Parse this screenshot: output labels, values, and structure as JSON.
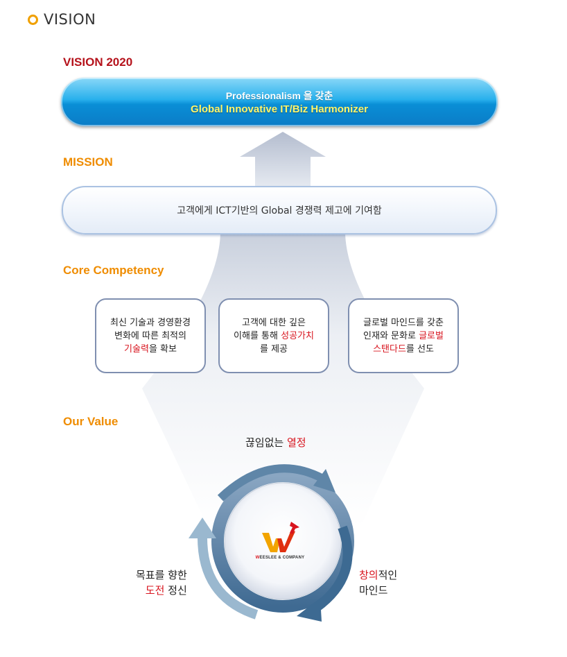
{
  "header": {
    "title": "VISION"
  },
  "vision": {
    "heading": "VISION 2020",
    "line1": "Professionalism 을 갖춘",
    "line2": "Global Innovative IT/Biz Harmonizer"
  },
  "mission": {
    "heading": "MISSION",
    "text": "고객에게 ICT기반의 Global 경쟁력 제고에 기여함"
  },
  "core_competency": {
    "heading": "Core Competency",
    "items": [
      {
        "line1": "최신 기술과 경영환경",
        "line2": "변화에 따른 최적의",
        "line3_red": "기술력",
        "line3_rest": "을 확보"
      },
      {
        "line1": "고객에 대한 깊은",
        "line2_plain": "이해를 통해 ",
        "line2_red": "성공가치",
        "line3": "를 제공"
      },
      {
        "line1": "글로벌 마인드를 갖춘",
        "line2_plain": "인재와 문화로 ",
        "line2_red": "글로벌",
        "line3_red": "스탠다드",
        "line3_rest": "를 선도"
      }
    ]
  },
  "our_value": {
    "heading": "Our Value",
    "top_plain": "끊임없는 ",
    "top_red": "열정",
    "left_line1": "목표를 향한",
    "left_red": "도전",
    "left_rest": " 정신",
    "right_red": "창의",
    "right_rest": "적인",
    "right_line2": "마인드"
  },
  "logo": {
    "text_first": "W",
    "text_rest": "EESLEE & COMPANY"
  },
  "colors": {
    "accent_orange": "#ef8c00",
    "vision_red": "#b5121b",
    "highlight_red": "#d8141e",
    "vision_bar_blue": "#0a8ed6"
  }
}
